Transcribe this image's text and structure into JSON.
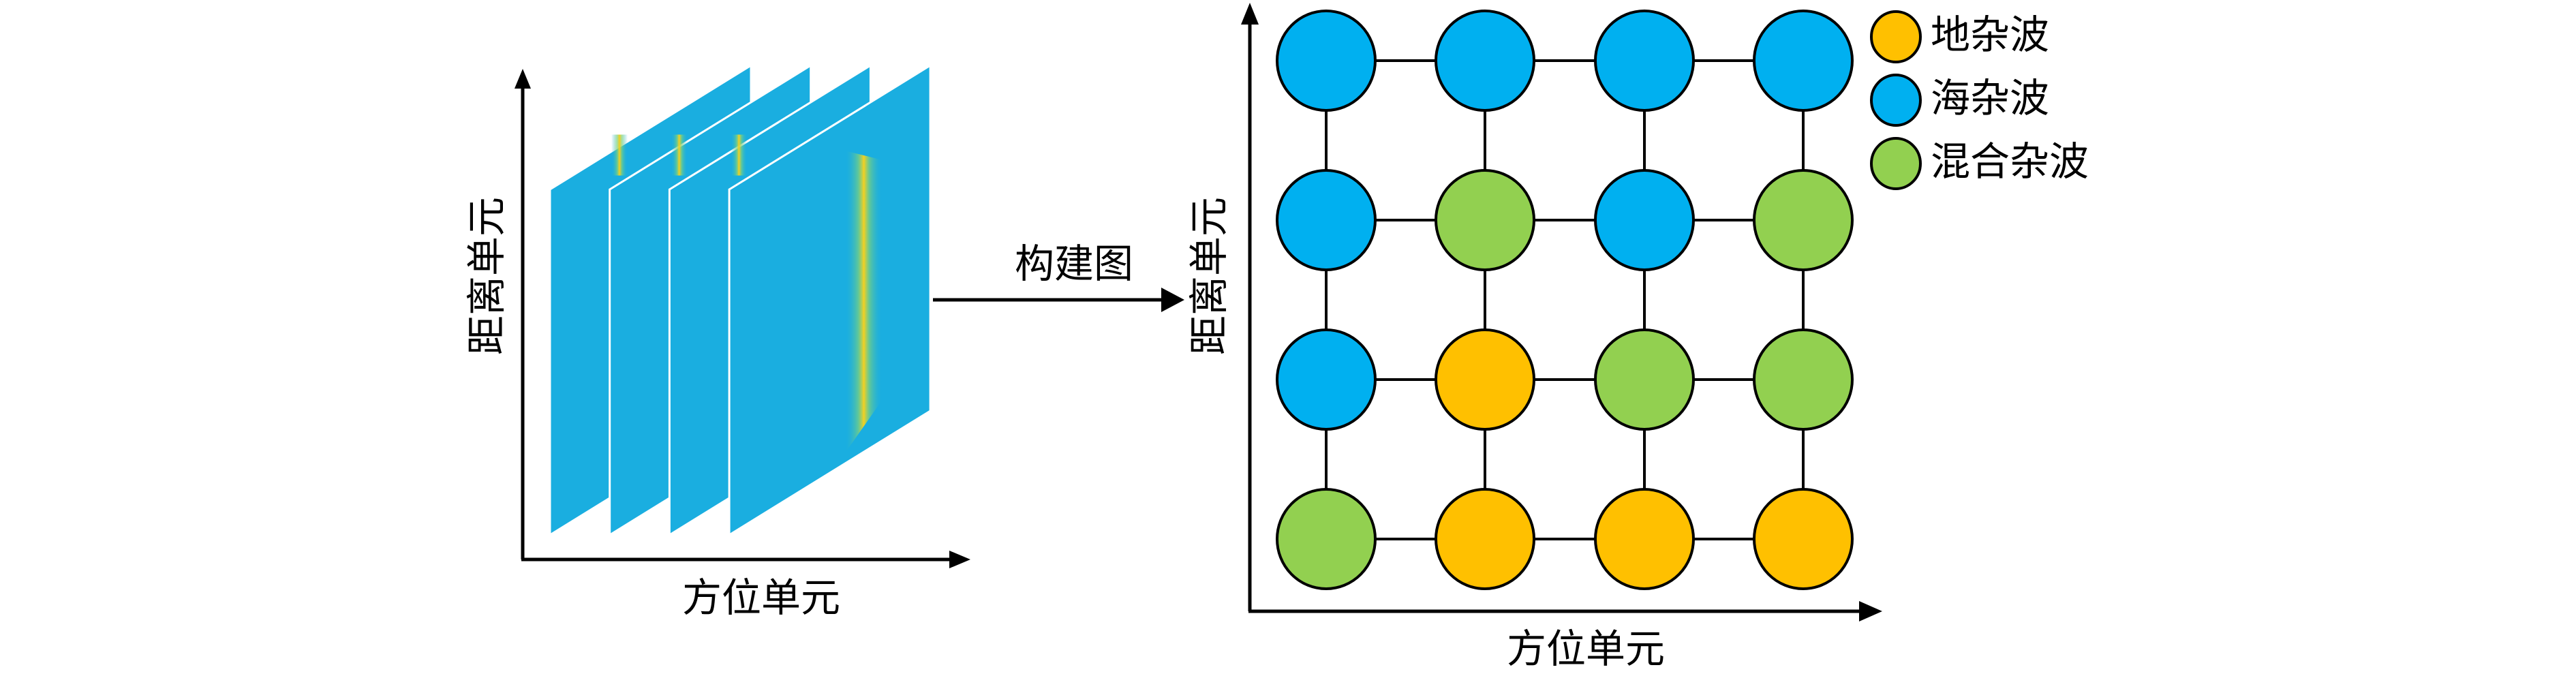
{
  "left_panel": {
    "y_label": "距离单元",
    "x_label": "方位单元",
    "frame_count": 4
  },
  "arrow_label": "构建图",
  "right_panel": {
    "y_label": "距离单元",
    "x_label": "方位单元",
    "grid": [
      [
        "sea",
        "sea",
        "sea",
        "sea"
      ],
      [
        "sea",
        "mixed",
        "sea",
        "mixed"
      ],
      [
        "sea",
        "land",
        "mixed",
        "mixed"
      ],
      [
        "mixed",
        "land",
        "land",
        "land"
      ]
    ]
  },
  "legend": [
    {
      "key": "land",
      "label": "地杂波",
      "color": "#FFC000"
    },
    {
      "key": "sea",
      "label": "海杂波",
      "color": "#00B0F0"
    },
    {
      "key": "mixed",
      "label": "混合杂波",
      "color": "#92D050"
    }
  ],
  "colors": {
    "plane": "#1AAEE0",
    "streak": "#F5D020",
    "axis": "#000000"
  }
}
